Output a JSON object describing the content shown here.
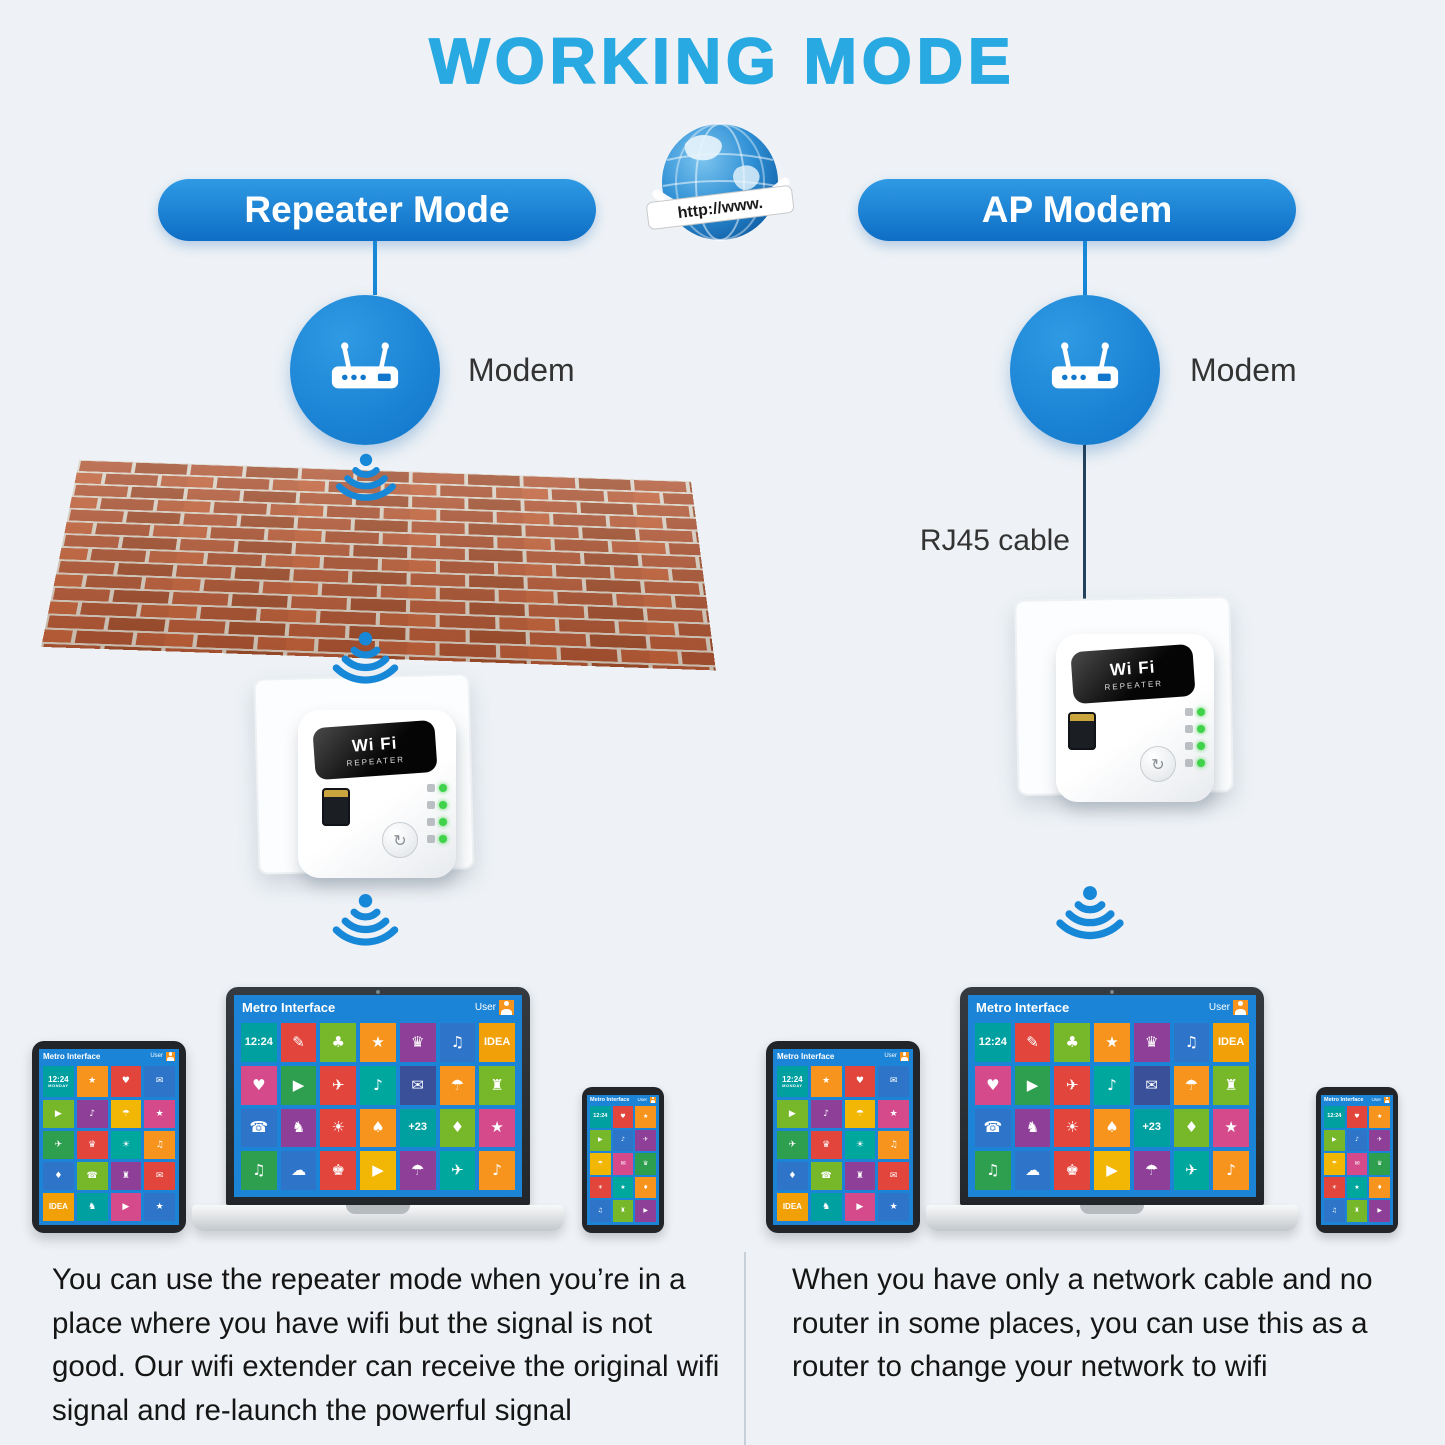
{
  "title": "WORKING MODE",
  "globe": {
    "ribbon": "http://www."
  },
  "left": {
    "mode": "Repeater Mode",
    "modem": "Modem",
    "description": "You can use the repeater mode when you’re in a place where you have wifi but the signal is not good. Our wifi extender can receive the original wifi signal and re-launch the powerful signal"
  },
  "right": {
    "mode": "AP Modem",
    "modem": "Modem",
    "cable": "RJ45 cable",
    "description": "When you have only a network cable and no router in some places, you can use this as a router to change your network to wifi"
  },
  "repeater": {
    "brand": "Wi Fi",
    "brand_sub": "REPEATER"
  },
  "icons": {
    "wps": "↻"
  },
  "screen": {
    "title": "Metro Interface",
    "user": "User"
  },
  "colors": {
    "accent_blue": "#1b86d9",
    "title_blue": "#29a9e1",
    "metro_screen_blue": "#1b84d6",
    "brick": "#b05634",
    "led_green": "#3fd24a",
    "avatar_orange": "#f7941d"
  },
  "tiles": {
    "laptop": [
      {
        "c": "#00a0a0",
        "t": "12:24"
      },
      {
        "c": "#e2453c",
        "g": "✎"
      },
      {
        "c": "#76b82a",
        "g": "♣"
      },
      {
        "c": "#f7941d",
        "g": "★"
      },
      {
        "c": "#8e3f97",
        "g": "♛"
      },
      {
        "c": "#2e75c9",
        "g": "♫"
      },
      {
        "c": "#f2a007",
        "t": "IDEA"
      },
      {
        "c": "#d44a8a",
        "g": "♥"
      },
      {
        "c": "#2e9e4f",
        "g": "▶"
      },
      {
        "c": "#e2453c",
        "g": "✈"
      },
      {
        "c": "#00a79d",
        "g": "♪"
      },
      {
        "c": "#3a5199",
        "g": "✉"
      },
      {
        "c": "#f7941d",
        "g": "☂"
      },
      {
        "c": "#76b82a",
        "g": "♜"
      },
      {
        "c": "#2e75c9",
        "g": "☎"
      },
      {
        "c": "#8e3f97",
        "g": "♞"
      },
      {
        "c": "#e2453c",
        "g": "☀"
      },
      {
        "c": "#f7941d",
        "g": "♠"
      },
      {
        "c": "#00a0a0",
        "t": "+23"
      },
      {
        "c": "#76b82a",
        "g": "♦"
      },
      {
        "c": "#d44a8a",
        "g": "★"
      },
      {
        "c": "#2e9e4f",
        "g": "♫"
      },
      {
        "c": "#2e75c9",
        "g": "☁"
      },
      {
        "c": "#e2453c",
        "g": "♚"
      },
      {
        "c": "#f2b705",
        "g": "▶"
      },
      {
        "c": "#8e3f97",
        "g": "☂"
      },
      {
        "c": "#00a79d",
        "g": "✈"
      },
      {
        "c": "#f7941d",
        "g": "♪"
      }
    ],
    "tablet": [
      {
        "c": "#00a0a0",
        "t": "12:24",
        "s": "MONDAY"
      },
      {
        "c": "#f7941d",
        "g": "★"
      },
      {
        "c": "#e2453c",
        "g": "♥"
      },
      {
        "c": "#2e75c9",
        "g": "✉"
      },
      {
        "c": "#76b82a",
        "g": "▶"
      },
      {
        "c": "#8e3f97",
        "g": "♪"
      },
      {
        "c": "#f2b705",
        "g": "☂"
      },
      {
        "c": "#d44a8a",
        "g": "★"
      },
      {
        "c": "#2e9e4f",
        "g": "✈"
      },
      {
        "c": "#e2453c",
        "g": "♛"
      },
      {
        "c": "#00a79d",
        "g": "☀"
      },
      {
        "c": "#f7941d",
        "g": "♫"
      },
      {
        "c": "#2e75c9",
        "g": "♦"
      },
      {
        "c": "#76b82a",
        "g": "☎"
      },
      {
        "c": "#8e3f97",
        "g": "♜"
      },
      {
        "c": "#e2453c",
        "g": "✉"
      },
      {
        "c": "#f2a007",
        "t": "IDEA"
      },
      {
        "c": "#00a0a0",
        "g": "♞"
      },
      {
        "c": "#d44a8a",
        "g": "▶"
      },
      {
        "c": "#2e75c9",
        "g": "★"
      }
    ],
    "phone": [
      {
        "c": "#00a0a0",
        "t": "12:24"
      },
      {
        "c": "#e2453c",
        "g": "♥"
      },
      {
        "c": "#f7941d",
        "g": "★"
      },
      {
        "c": "#76b82a",
        "g": "▶"
      },
      {
        "c": "#2e75c9",
        "g": "♪"
      },
      {
        "c": "#8e3f97",
        "g": "✈"
      },
      {
        "c": "#f2b705",
        "g": "☂"
      },
      {
        "c": "#d44a8a",
        "g": "✉"
      },
      {
        "c": "#2e9e4f",
        "g": "♛"
      },
      {
        "c": "#e2453c",
        "g": "☀"
      },
      {
        "c": "#00a79d",
        "g": "★"
      },
      {
        "c": "#f7941d",
        "g": "♦"
      },
      {
        "c": "#2e75c9",
        "g": "♫"
      },
      {
        "c": "#76b82a",
        "g": "♜"
      },
      {
        "c": "#8e3f97",
        "g": "▶"
      }
    ]
  }
}
